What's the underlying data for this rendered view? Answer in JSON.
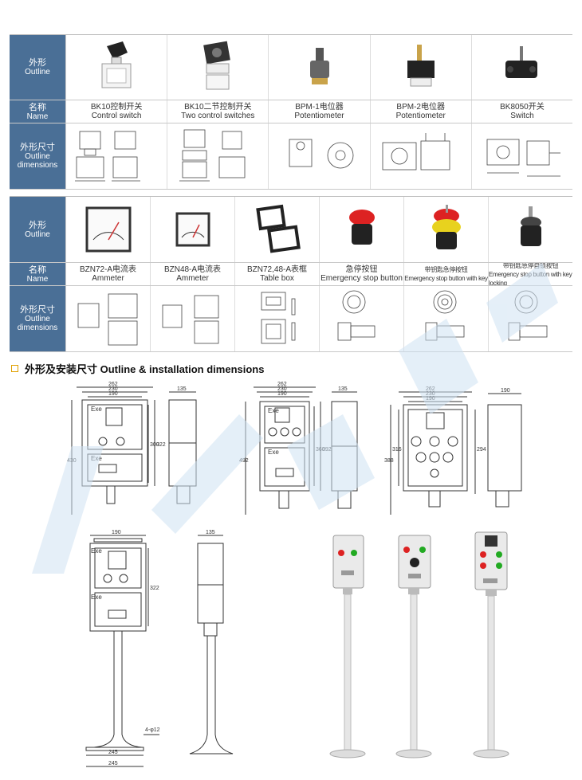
{
  "table1": {
    "headers": {
      "outline": {
        "cn": "外形",
        "en": "Outline"
      },
      "name": {
        "cn": "名称",
        "en": "Name"
      },
      "dims": {
        "cn": "外形尺寸",
        "en1": "Outline",
        "en2": "dimensions"
      }
    },
    "items": [
      {
        "cn": "BK10控制开关",
        "en": "Control switch"
      },
      {
        "cn": "BK10二节控制开关",
        "en": "Two control switches"
      },
      {
        "cn": "BPM-1电位器",
        "en": "Potentiometer"
      },
      {
        "cn": "BPM-2电位器",
        "en": "Potentiometer"
      },
      {
        "cn": "BK8050开关",
        "en": "Switch"
      }
    ]
  },
  "table2": {
    "headers": {
      "outline": {
        "cn": "外形",
        "en": "Outline"
      },
      "name": {
        "cn": "名称",
        "en": "Name"
      },
      "dims": {
        "cn": "外形尺寸",
        "en1": "Outline",
        "en2": "dimensions"
      }
    },
    "items": [
      {
        "cn": "BZN72-A电流表",
        "en": "Ammeter"
      },
      {
        "cn": "BZN48-A电流表",
        "en": "Ammeter"
      },
      {
        "cn": "BZN72,48-A表框",
        "en": "Table box"
      },
      {
        "cn": "急停按钮",
        "en": "Emergency stop button"
      },
      {
        "cn": "带钥匙急停按钮",
        "en": "Emergency stop button with key"
      },
      {
        "cn": "带钥匙急停自锁按钮",
        "en": "Emergency stop button with key locking"
      }
    ]
  },
  "section": {
    "title": "外形及安装尺寸 Outline & installation dimensions"
  },
  "drawing_labels": {
    "d262": "262",
    "d230": "230",
    "d190": "190",
    "d135": "135",
    "d300": "300",
    "d322": "322",
    "d430": "430",
    "d360": "360",
    "d392": "392",
    "d492": "492",
    "d294": "294",
    "d316": "316",
    "d388": "388",
    "d245": "245",
    "d4x12": "4-φ12",
    "exe": "Exe",
    "exe2": "Exe"
  },
  "colors": {
    "header_bg": "#4a6f96",
    "line": "#333333",
    "watermark": "#cfe2f3"
  }
}
